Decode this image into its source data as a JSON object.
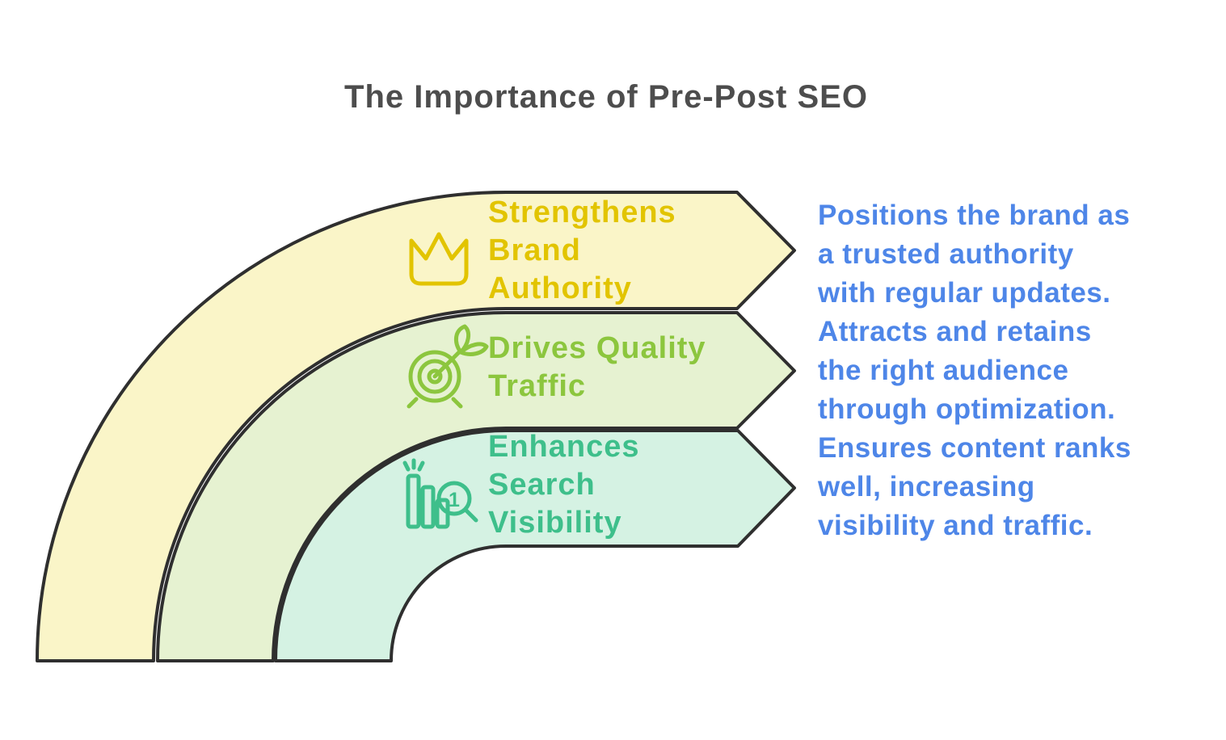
{
  "title": "The Importance of Pre-Post SEO",
  "palette": {
    "title_color": "#4d4d4d",
    "outline": "#2f2f2f",
    "band1_fill": "#faf5c8",
    "band2_fill": "#e6f2d1",
    "band3_fill": "#d5f2e3",
    "band1_accent": "#e2c400",
    "band2_accent": "#8cc63e",
    "band3_accent": "#3ebf8b",
    "description_color": "#4e86e8"
  },
  "bands": [
    {
      "label": "Strengthens\nBrand\nAuthority",
      "icon": "crown-icon"
    },
    {
      "label": "Drives Quality\nTraffic",
      "icon": "target-dart-icon"
    },
    {
      "label": "Enhances\nSearch\nVisibility",
      "icon": "search-ranking-icon",
      "badge": "1"
    }
  ],
  "description": "Positions the brand as\na trusted authority\nwith regular updates.\nAttracts and retains\nthe right audience\nthrough optimization.\nEnsures content ranks\nwell, increasing\nvisibility and traffic."
}
